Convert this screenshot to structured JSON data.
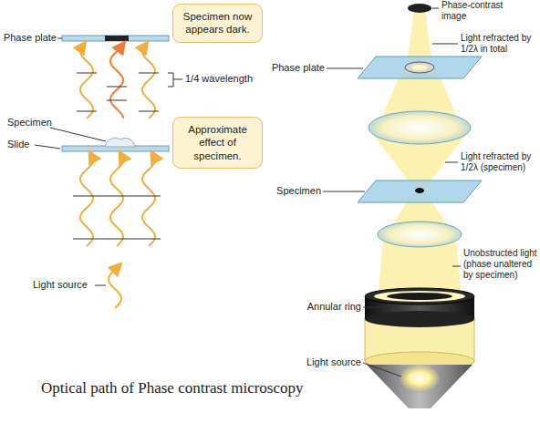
{
  "diagram": {
    "caption": "Optical path of Phase contrast microscopy",
    "nodes": [
      {
        "text": [
          "Specimen now appears dark."
        ]
      },
      {
        "text": [
          "Approximate effect of specimen."
        ]
      }
    ],
    "labels": [
      "Phase plate",
      "1/4 wavelength",
      "Specimen",
      "Slide",
      "Light source",
      "Phase-contrast image",
      "Light refracted by 1/2λ in total",
      "Phase plate",
      "Light refracted by 1/2λ (specimen)",
      "Specimen",
      "Unobstructed light (phase unaltered by specimen)",
      "Annular ring",
      "Light source"
    ]
  }
}
